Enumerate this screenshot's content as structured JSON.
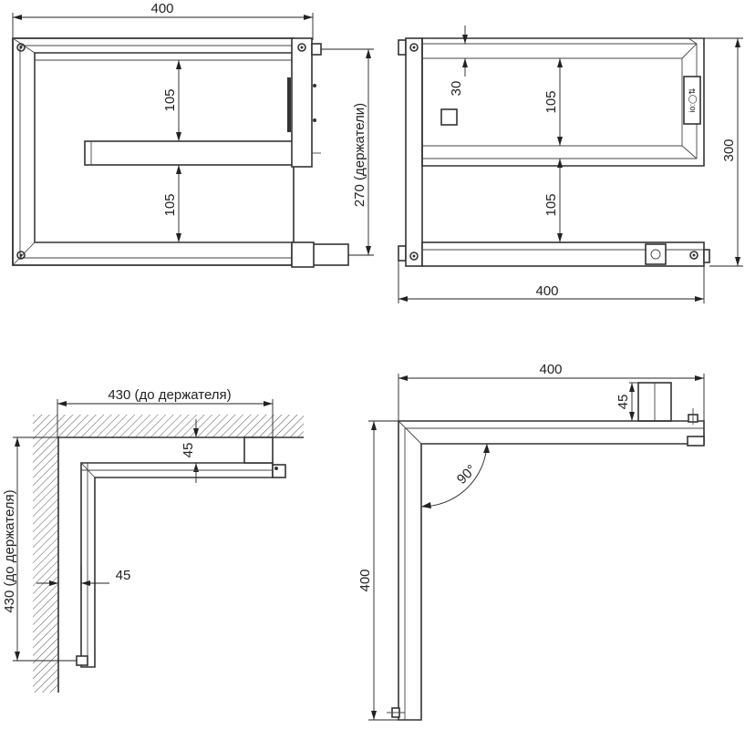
{
  "top_left_view": {
    "width_label": "400",
    "gap_top_label": "105",
    "gap_bottom_label": "105",
    "holder_height_label": "270 (держатели)"
  },
  "top_right_view": {
    "gap_top_label": "105",
    "gap_bottom_label": "105",
    "square_label": "30",
    "height_label": "300",
    "width_label": "400",
    "control_panel_glyphs": "io:◯⇅"
  },
  "bottom_left_view": {
    "horizontal_label": "430 (до держателя)",
    "vertical_label": "430 (до держателя)",
    "offset_top_label": "45",
    "offset_wall_label": "45"
  },
  "bottom_right_view": {
    "width_label": "400",
    "height_label": "400",
    "holder_label": "45",
    "angle_label": "90°"
  }
}
